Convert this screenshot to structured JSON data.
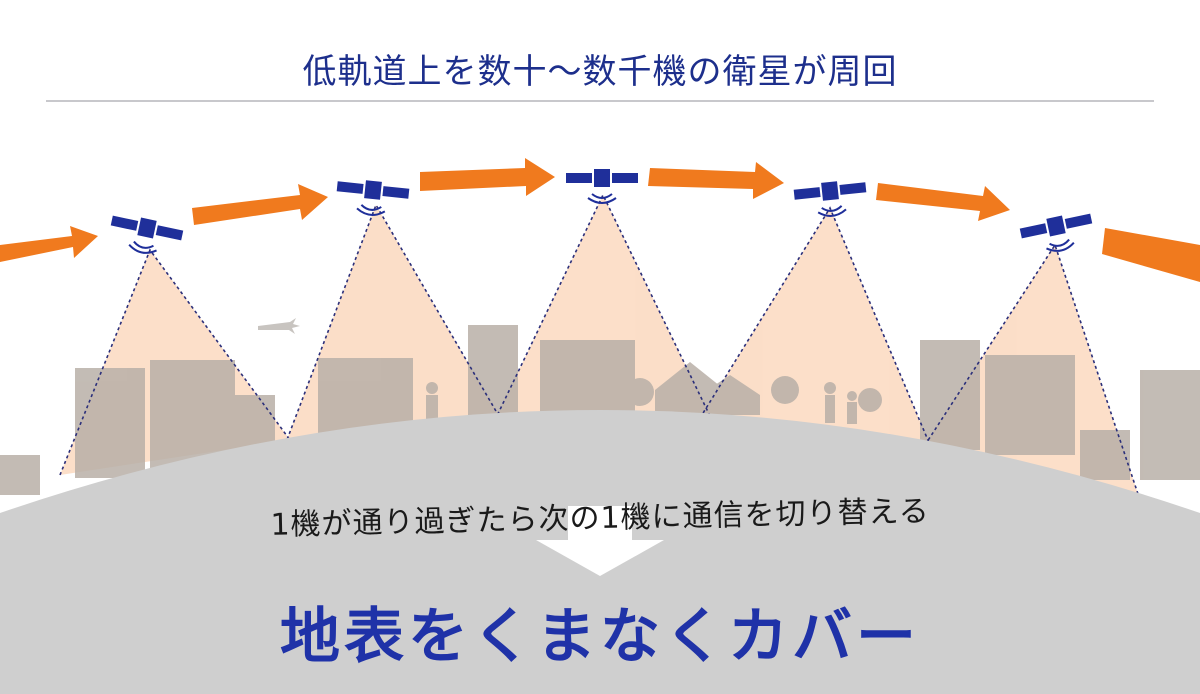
{
  "title": "低軌道上を数十〜数千機の衛星が周回",
  "caption": "1機が通り過ぎたら次の1機に通信を切り替える",
  "headline": "地表をくまなくカバー",
  "colors": {
    "title": "#1d2f8c",
    "headline": "#1f32a8",
    "arrow": "#f07a1e",
    "beam": "#fbd9bf",
    "satellite": "#1f2f9a",
    "ground": "#cfcfcf",
    "buildings": "#b9b0a8"
  },
  "icons": [
    "satellite-icon",
    "orbit-arrow-icon",
    "airplane-icon",
    "down-arrow-icon",
    "building-icon",
    "tree-icon",
    "person-icon"
  ]
}
